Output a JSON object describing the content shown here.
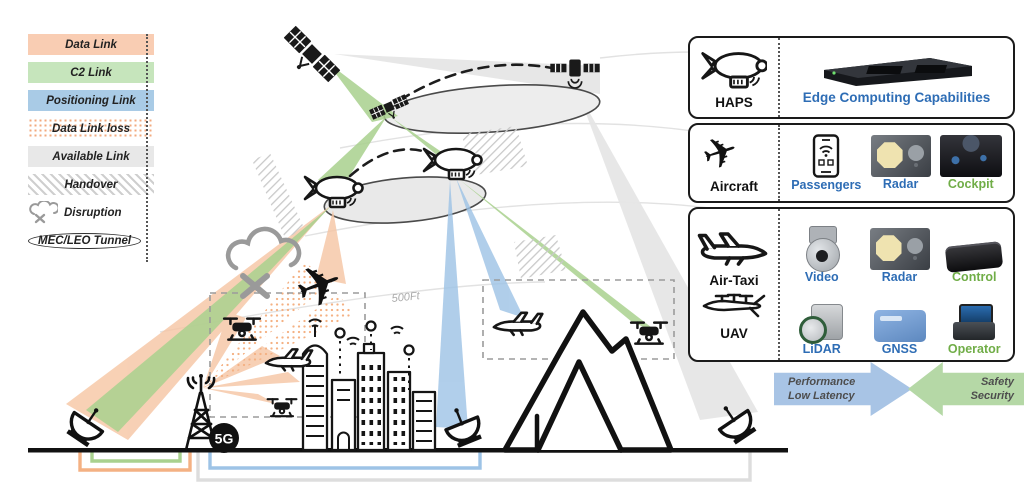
{
  "legend": {
    "items": [
      {
        "label": "Data Link"
      },
      {
        "label": "C2 Link"
      },
      {
        "label": "Positioning Link"
      },
      {
        "label": "Data Link loss"
      },
      {
        "label": "Available Link"
      },
      {
        "label": "Handover"
      },
      {
        "label": "Disruption"
      },
      {
        "label": "MEC/LEO Tunnel"
      }
    ],
    "colors": {
      "data_link": "#F9CDB3",
      "c2_link": "#C6E5BC",
      "positioning_link": "#A9CBE6",
      "data_link_loss_dot": "#F2A97E",
      "available_link": "#E8E8E8"
    }
  },
  "panels": {
    "haps": {
      "label": "HAPS",
      "capability": "Edge Computing Capabilities"
    },
    "aircraft": {
      "label": "Aircraft",
      "items": [
        {
          "label": "Passengers",
          "color": "#2E6DB5"
        },
        {
          "label": "Radar",
          "color": "#2E6DB5"
        },
        {
          "label": "Cockpit",
          "color": "#70AD47"
        }
      ]
    },
    "low_altitude": {
      "airtaxi_label": "Air-Taxi",
      "uav_label": "UAV",
      "items": [
        {
          "label": "Video",
          "color": "#2E6DB5"
        },
        {
          "label": "Radar",
          "color": "#2E6DB5"
        },
        {
          "label": "Control",
          "color": "#70AD47"
        },
        {
          "label": "LiDAR",
          "color": "#2E6DB5"
        },
        {
          "label": "GNSS",
          "color": "#2E6DB5"
        },
        {
          "label": "Operator",
          "color": "#70AD47"
        }
      ]
    }
  },
  "arrows": {
    "performance": {
      "line1": "Performance",
      "line2": "Low Latency",
      "color": "#A8C4E5"
    },
    "safety": {
      "line1": "Safety",
      "line2": "Security",
      "color": "#B5D8A6"
    }
  },
  "scene": {
    "altitude_label": "500Ft",
    "tower_badge": "5G"
  },
  "icons": {
    "airplane": "✈"
  }
}
